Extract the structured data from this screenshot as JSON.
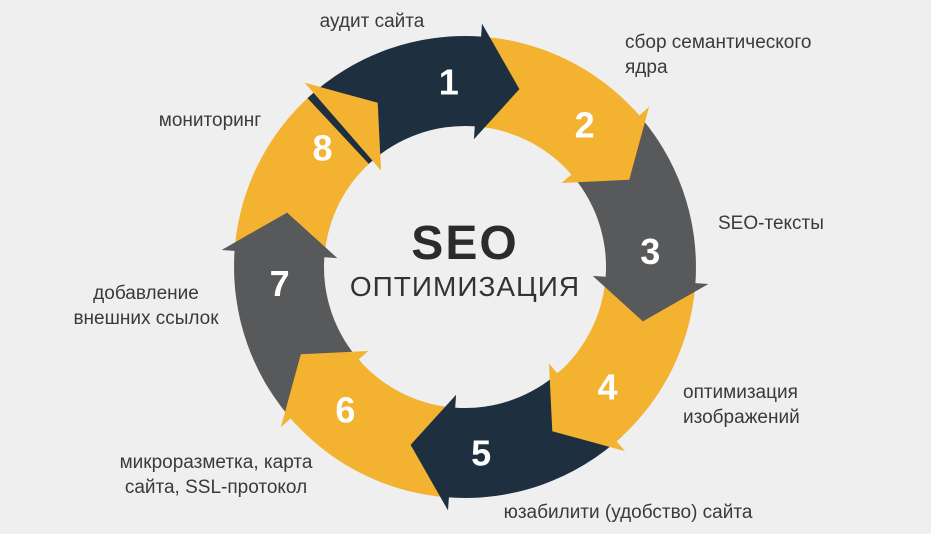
{
  "title": {
    "line1": "SEO",
    "line2": "ОПТИМИЗАЦИЯ"
  },
  "colors": {
    "background": "#efefef",
    "dark": "#1e3040",
    "yellow": "#f4b231",
    "gray": "#58595b",
    "label_text": "#3a3a3a",
    "number_text": "#ffffff"
  },
  "steps": [
    {
      "number": "1",
      "label": "аудит сайта",
      "color": "dark"
    },
    {
      "number": "2",
      "label": "сбор семантического\nядра",
      "color": "yellow"
    },
    {
      "number": "3",
      "label": "SEO-тексты",
      "color": "gray"
    },
    {
      "number": "4",
      "label": "оптимизация\nизображений",
      "color": "yellow"
    },
    {
      "number": "5",
      "label": "юзабилити (удобство) сайта",
      "color": "dark"
    },
    {
      "number": "6",
      "label": "микроразметка, карта\nсайта, SSL-протокол",
      "color": "yellow"
    },
    {
      "number": "7",
      "label": "добавление\nвнешних ссылок",
      "color": "gray"
    },
    {
      "number": "8",
      "label": "мониторинг",
      "color": "yellow"
    }
  ]
}
